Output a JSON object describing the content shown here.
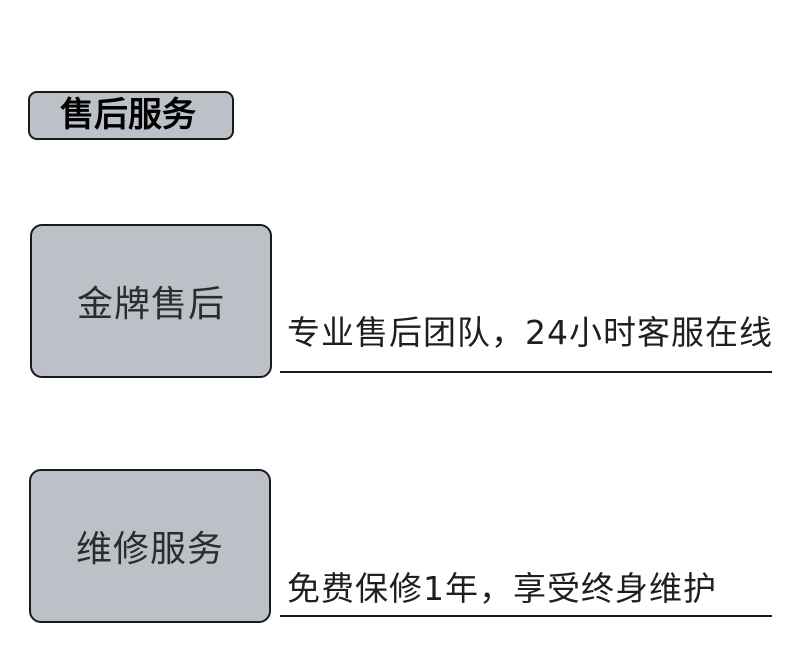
{
  "section": {
    "title": "售后服务"
  },
  "features": [
    {
      "label": "金牌售后",
      "description": "专业售后团队，24小时客服在线"
    },
    {
      "label": "维修服务",
      "description": "免费保修1年，享受终身维护"
    }
  ],
  "colors": {
    "box_fill": "#bcc0c7",
    "border": "#1a1a1a",
    "background": "#ffffff"
  }
}
